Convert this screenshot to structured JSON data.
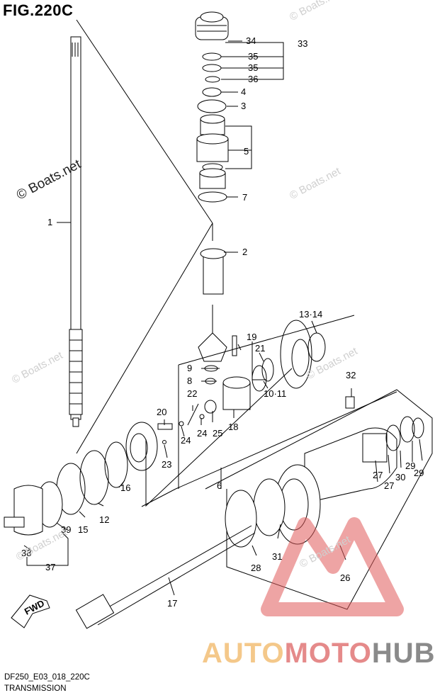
{
  "figure": {
    "title": "FIG.220C"
  },
  "footer": {
    "code": "DF250_E03_018_220C",
    "name": "TRANSMISSION"
  },
  "watermarks": {
    "text": "© Boats.net",
    "brand_parts": [
      "AUTO",
      "MOTO",
      "HUB"
    ]
  },
  "fwd_label": "FWD",
  "colors": {
    "line": "#000000",
    "brand_red": "#e05a5a",
    "brand_orange": "#f2b35f",
    "watermark": "#cfcfcf"
  },
  "callouts": [
    {
      "id": "c34",
      "label": "34"
    },
    {
      "id": "c33",
      "label": "33"
    },
    {
      "id": "c35a",
      "label": "35"
    },
    {
      "id": "c35b",
      "label": "35"
    },
    {
      "id": "c36",
      "label": "36"
    },
    {
      "id": "c4",
      "label": "4"
    },
    {
      "id": "c3",
      "label": "3"
    },
    {
      "id": "c5",
      "label": "5"
    },
    {
      "id": "c7",
      "label": "7"
    },
    {
      "id": "c1",
      "label": "1"
    },
    {
      "id": "c2",
      "label": "2"
    },
    {
      "id": "c1314",
      "label": "13·14"
    },
    {
      "id": "c19",
      "label": "19"
    },
    {
      "id": "c21",
      "label": "21"
    },
    {
      "id": "c9",
      "label": "9"
    },
    {
      "id": "c8",
      "label": "8"
    },
    {
      "id": "c1011",
      "label": "10·11"
    },
    {
      "id": "c22",
      "label": "22"
    },
    {
      "id": "c32",
      "label": "32"
    },
    {
      "id": "c20",
      "label": "20"
    },
    {
      "id": "c24a",
      "label": "24"
    },
    {
      "id": "c25",
      "label": "25"
    },
    {
      "id": "c18",
      "label": "18"
    },
    {
      "id": "c24b",
      "label": "24"
    },
    {
      "id": "c23",
      "label": "23"
    },
    {
      "id": "c6",
      "label": "6"
    },
    {
      "id": "c29a",
      "label": "29"
    },
    {
      "id": "c30",
      "label": "30"
    },
    {
      "id": "c29b",
      "label": "29"
    },
    {
      "id": "c27a",
      "label": "27"
    },
    {
      "id": "c27b",
      "label": "27"
    },
    {
      "id": "c16",
      "label": "16"
    },
    {
      "id": "c12",
      "label": "12"
    },
    {
      "id": "c15",
      "label": "15"
    },
    {
      "id": "c39",
      "label": "39"
    },
    {
      "id": "c38",
      "label": "38"
    },
    {
      "id": "c37",
      "label": "37"
    },
    {
      "id": "c31",
      "label": "31"
    },
    {
      "id": "c28",
      "label": "28"
    },
    {
      "id": "c26",
      "label": "26"
    },
    {
      "id": "c17",
      "label": "17"
    }
  ]
}
